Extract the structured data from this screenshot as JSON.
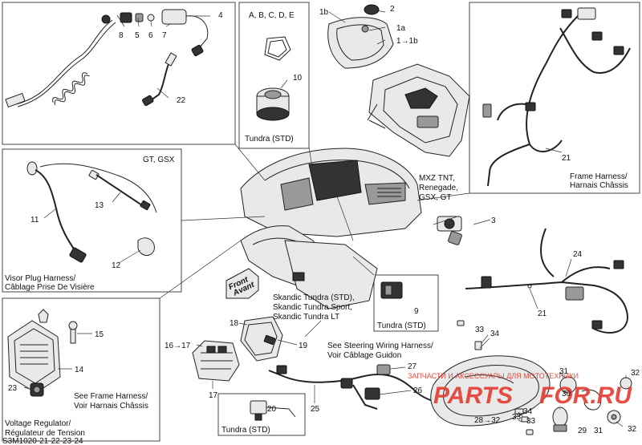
{
  "callouts": {
    "n1b": "1b",
    "n1a": "1a",
    "n1to1b": "1→1b",
    "n2": "2",
    "n3": "3",
    "n4": "4",
    "n5": "5",
    "n6": "6",
    "n7": "7",
    "n8": "8",
    "n9": "9",
    "n10": "10",
    "n11": "11",
    "n12": "12",
    "n13": "13",
    "n14": "14",
    "n15": "15",
    "n16to17": "16→17",
    "n17": "17",
    "n18": "18",
    "n19": "19",
    "n20": "20",
    "n21a": "21",
    "n21b": "21",
    "n22": "22",
    "n23": "23",
    "n24": "24",
    "n25": "25",
    "n26": "26",
    "n27": "27",
    "n28to32": "28→32",
    "n29": "29",
    "n30": "30",
    "n31a": "31",
    "n31b": "31",
    "n32a": "32",
    "n32b": "32",
    "n33a": "33",
    "n33b": "33",
    "n33c": "33",
    "n34a": "34",
    "n34b": "34"
  },
  "labels": {
    "abcde": "A, B, C, D, E",
    "tundra_std_10": "Tundra (STD)",
    "tundra_std_9": "Tundra (STD)",
    "tundra_std_20": "Tundra (STD)",
    "gt_gsx": "GT, GSX",
    "visor_line1": "Visor Plug Harness/",
    "visor_line2": "Câblage Prise De Visière",
    "mxz_line1": "MXZ TNT,",
    "mxz_line2": "Renegade,",
    "mxz_line3": "GSX, GT",
    "frame_line1": "Frame Harness/",
    "frame_line2": "Harnais Châssis",
    "skandic_line1": "Skandic Tundra (STD),",
    "skandic_line2": "Skandic Tundra  Sport,",
    "skandic_line3": "Skandic Tundra LT",
    "steering_line1": "See Steering Wiring Harness/",
    "steering_line2": "Voir Câblage Guidon",
    "seeframe_line1": "See Frame Harness/",
    "seeframe_line2": "Voir Harnais Châssis",
    "vreg_line1": "Voltage Regulator/",
    "vreg_line2": "Régulateur de Tension",
    "front_line1": "Front",
    "front_line2": "Avant",
    "figure_code": "S3M1020-21-22-23-24"
  },
  "watermark": {
    "tagline": "ЗАПЧАСТИ И АКСЕССУАРЫ ДЛЯ МОТОТЕХНИКИ",
    "brand_left": "PARTS",
    "brand_right": "FOR.RU",
    "color": "#e43b2f"
  }
}
